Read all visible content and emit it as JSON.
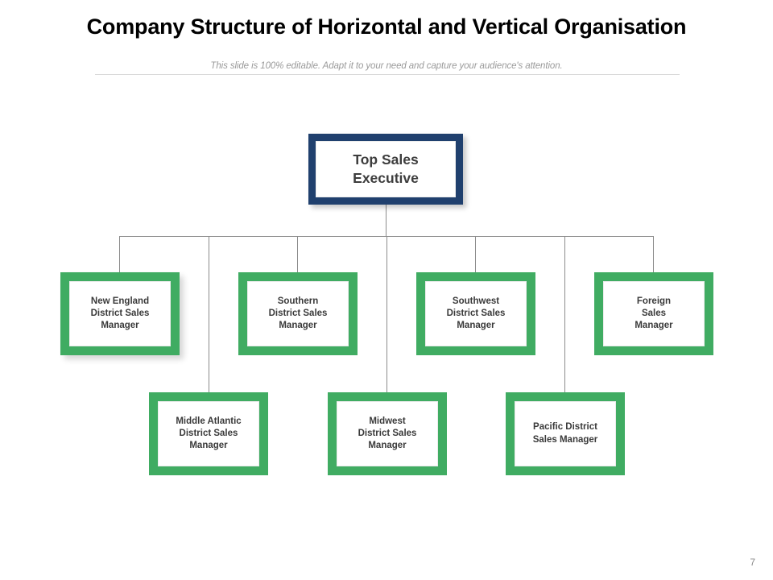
{
  "header": {
    "title": "Company Structure of Horizontal and Vertical Organisation",
    "subtitle": "This slide is 100% editable. Adapt it to your need and capture your audience's attention."
  },
  "footer": {
    "page_number": "7"
  },
  "colors": {
    "root_border": "#20406e",
    "node_border": "#40ac62",
    "connector": "#8c8c8c",
    "title_text": "#000000",
    "subtitle_text": "#9a9a9a",
    "node_text": "#3a3a3a",
    "rule": "#d9d9d9",
    "background": "#ffffff"
  },
  "chart": {
    "type": "org-chart",
    "root": {
      "id": "top-sales-executive",
      "label": "Top Sales\nExecutive",
      "style": "navy"
    },
    "tier2": [
      {
        "id": "new-england",
        "label": "New England\nDistrict  Sales\nManager",
        "style": "green"
      },
      {
        "id": "southern",
        "label": "Southern\nDistrict  Sales\nManager",
        "style": "green"
      },
      {
        "id": "southwest",
        "label": "Southwest\nDistrict  Sales\nManager",
        "style": "green"
      },
      {
        "id": "foreign",
        "label": "Foreign\nSales\nManager",
        "style": "green"
      }
    ],
    "tier3": [
      {
        "id": "middle-atlantic",
        "label": "Middle Atlantic\nDistrict  Sales\nManager",
        "style": "green"
      },
      {
        "id": "midwest",
        "label": "Midwest\nDistrict  Sales\nManager",
        "style": "green"
      },
      {
        "id": "pacific",
        "label": "Pacific District\nSales Manager",
        "style": "green"
      }
    ]
  }
}
